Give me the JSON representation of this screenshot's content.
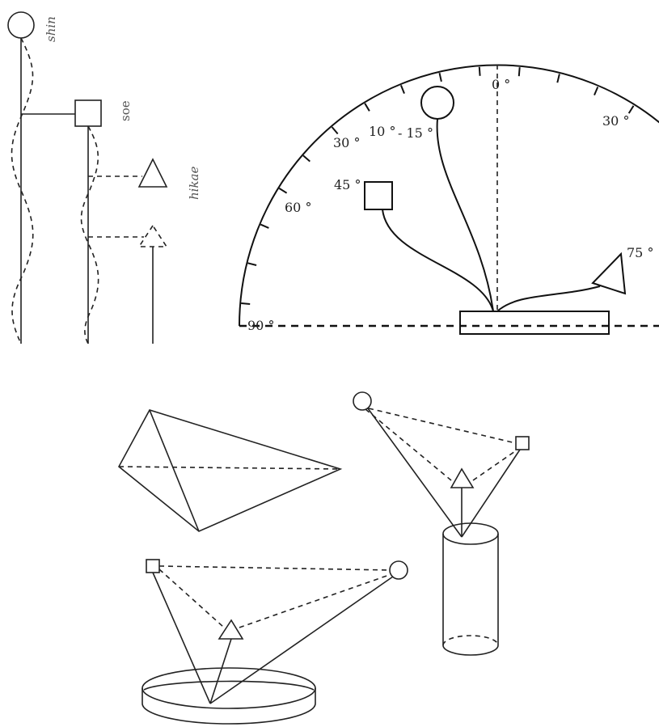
{
  "left_diagram": {
    "label_shin": "shin",
    "label_soe": "soe",
    "label_hikae": "hikae"
  },
  "protractor": {
    "labels": {
      "zero": "0 °",
      "right_30": "30 °",
      "left_30": "30 °",
      "ten": "10 °",
      "minus_15": "- 15 °",
      "forty_five": "45 °",
      "sixty": "60 °",
      "seventy_five": "75 °",
      "ninety": "90 °"
    }
  },
  "bottom_diagrams": {
    "shapes": [
      "pyramid",
      "tall-cylinder-vase",
      "shallow-dish"
    ]
  },
  "colors": {
    "line": "#111111",
    "label": "#222222",
    "background": "#ffffff"
  }
}
